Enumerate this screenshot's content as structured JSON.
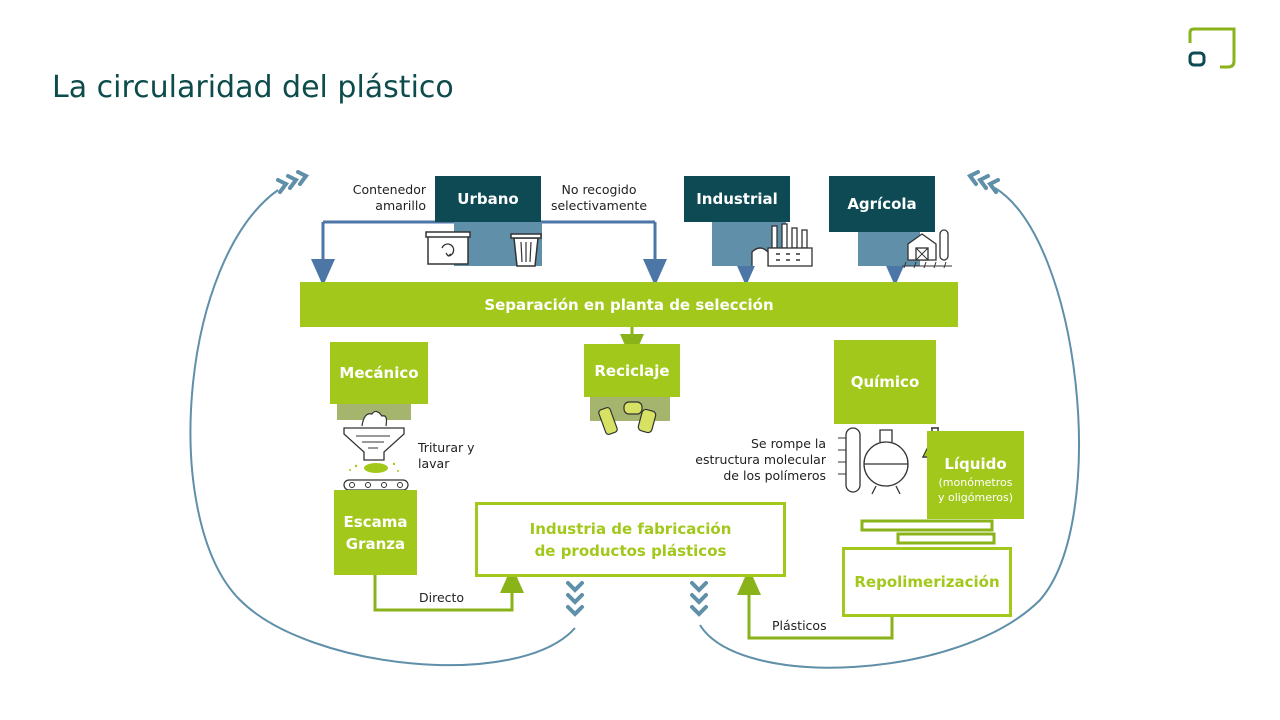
{
  "title": "La circularidad del plástico",
  "sources": {
    "urbano": "Urbano",
    "industrial": "Industrial",
    "agricola": "Agrícola",
    "contenedor": "Contenedor\namarillo",
    "no_recogido": "No recogido\nselectivamente"
  },
  "separacion": "Separación en planta de selección",
  "mecanico": "Mecánico",
  "reciclaje": "Reciclaje",
  "quimico": "Químico",
  "triturar": "Triturar y\nlavar",
  "se_rompe": "Se rompe la\nestructura molecular\nde los polímeros",
  "escama": "Escama\nGranza",
  "liquido": "Líquido",
  "liquido_sub": "(monómetros\ny oligómeros)",
  "industria_line1": "Industria de fabricación",
  "industria_line2": "de productos plásticos",
  "repolimerizacion": "Repolimerización",
  "directo": "Directo",
  "plasticos": "Plásticos",
  "colors": {
    "dark_teal": "#0d4a54",
    "green": "#a3c81c",
    "steel_blue": "#5f8fa9",
    "arrow_blue": "#4b76a6"
  },
  "icons": [
    "logo-icon",
    "recycle-bin-icon",
    "trash-bin-icon",
    "factory-icon",
    "farm-icon",
    "shredder-icon",
    "bottles-icon",
    "reactor-icon",
    "flask-icon",
    "chevrons-right-icon",
    "chevrons-left-icon",
    "chevrons-down-icon"
  ]
}
